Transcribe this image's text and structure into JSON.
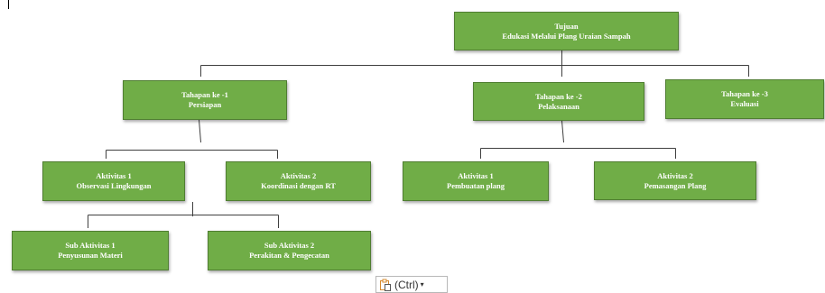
{
  "diagram": {
    "nodes": {
      "root": {
        "lines": [
          "Tujuan",
          "Edukasi  Melalui Plang Uraian Sampah"
        ]
      },
      "stage1": {
        "lines": [
          "Tahapan ke -1",
          "Persiapan"
        ]
      },
      "stage2": {
        "lines": [
          "Tahapan ke -2",
          "Pelaksanaan"
        ]
      },
      "stage3": {
        "lines": [
          "Tahapan ke -3",
          "Evaluasi"
        ]
      },
      "act1a": {
        "lines": [
          "Aktivitas 1",
          "Observasi Lingkungan"
        ]
      },
      "act1b": {
        "lines": [
          "Aktivitas 2",
          "Koordinasi  dengan RT"
        ]
      },
      "act2a": {
        "lines": [
          "Aktivitas 1",
          "Pembuatan plang"
        ]
      },
      "act2b": {
        "lines": [
          "Aktivitas 2",
          "Pemasangan Plang"
        ]
      },
      "sub1": {
        "lines": [
          "Sub Aktivitas 1",
          "Penyusunan Materi"
        ]
      },
      "sub2": {
        "lines": [
          "Sub Aktivitas 2",
          "Perakitan & Pengecatan"
        ]
      }
    },
    "node_fill": "#70ad47",
    "node_border": "#507e32",
    "connector_color": "#3f3f3f"
  },
  "paste_options": {
    "label": "(Ctrl)",
    "icon": "clipboard-paste-icon",
    "caret_icon": "caret-down-icon",
    "icon_color": "#d68a2e"
  }
}
